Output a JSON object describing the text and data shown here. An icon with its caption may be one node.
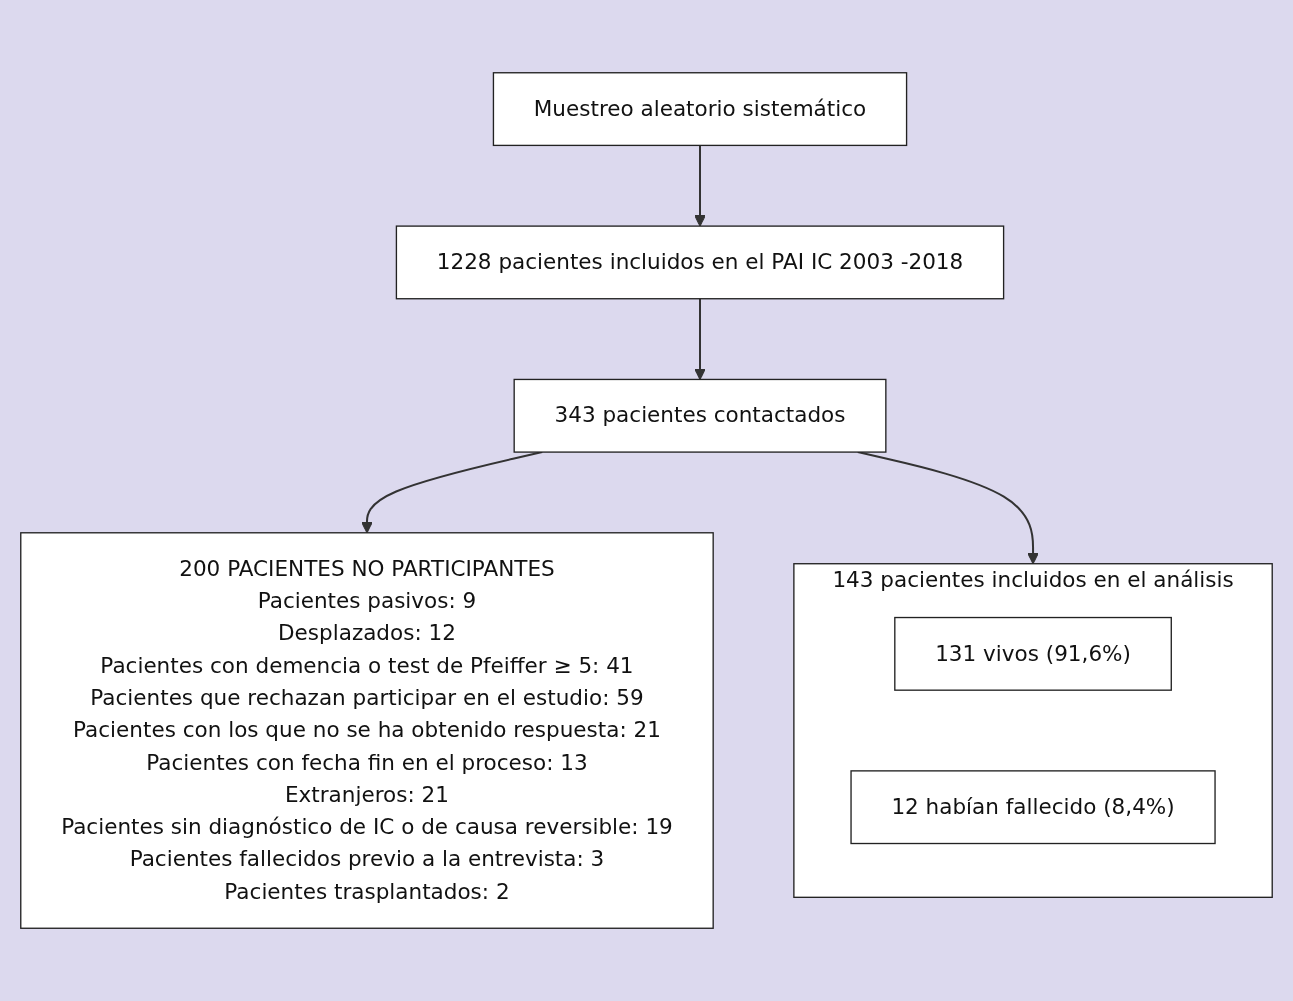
{
  "diagram": {
    "nodes": [
      {
        "text": [
          "1228 pacientes incluidos en el PAI IC 2003 -2018"
        ]
      },
      {
        "text": [
          "Muestreo aleatorio sistemático"
        ]
      },
      {
        "text": [
          "343 pacientes contactados"
        ]
      },
      {
        "text": [
          "200 PACIENTES NO PARTICIPANTES",
          "Pacientes pasivos: 9",
          "Desplazados: 12",
          "Pacientes con demencia o test de Pfeiffer ≥ 5: 41",
          "Pacientes que rechazan participar en el estudio: 59",
          "Pacientes con los que no se ha obtenido respuesta: 21",
          "Pacientes con fecha fin en el proceso: 13",
          "Extranjeros: 21",
          "Pacientes sin diagnóstico de IC o de causa reversible: 19",
          "Pacientes fallecidos previo a la entrevista: 3",
          "Pacientes trasplantados: 2"
        ]
      },
      {
        "text": [
          "143 pacientes incluidos en el análisis"
        ]
      },
      {
        "text": [
          "131 vivos (91,6%)"
        ],
        "in": 4
      },
      {
        "text": [
          "12 habían fallecido (8,4%)"
        ],
        "in": 4
      }
    ],
    "edges": [
      {
        "from": 1,
        "to": 0,
        "arrow": "to"
      },
      {
        "from": 0,
        "to": 2,
        "arrow": "to"
      },
      {
        "from": 2,
        "to": 3,
        "arrow": "to"
      },
      {
        "from": 2,
        "to": 4,
        "arrow": "to"
      }
    ]
  }
}
